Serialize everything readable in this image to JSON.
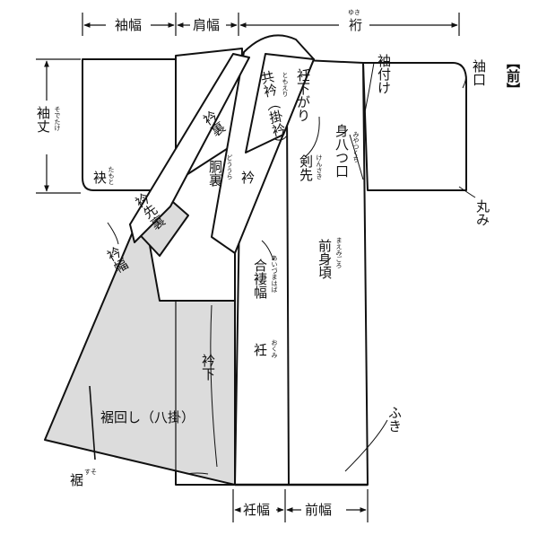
{
  "labels": {
    "sode_haba": "袖幅",
    "kata_haba": "肩幅",
    "yuki": "裄",
    "yuki_ruby": "ゆき",
    "mae": "【前】",
    "sode_take": "袖丈",
    "sode_take_ruby": "そでたけ",
    "sode_guchi": "袖口",
    "sode_tsuke": "袖付け",
    "tamoto": "袂",
    "tamoto_ruby": "たもと",
    "maru_mi": "丸み",
    "eri_ura": "衿裏",
    "do_ura": "胴裏",
    "do_ura_ruby": "どううら",
    "eri": "衿",
    "tomoeri": "共衿（掛衿）",
    "tomoeri_ruby": "ともえり",
    "okumi_sagari": "衽下がり",
    "mi_yatsu_kuchi": "身八つ口",
    "mi_yatsu_kuchi_ruby": "みやつくち",
    "ken_saki": "剣先",
    "ken_saki_ruby": "けんさき",
    "eri_saki_ura": "衿先裏",
    "eri_haba": "衿幅",
    "ai_zuma_haba": "合褄幅",
    "ai_zuma_haba_ruby": "あいづまはば",
    "mae_migoro": "前身頃",
    "mae_migoro_ruby": "まえみごろ",
    "eri_shita": "衿下",
    "okumi": "衽",
    "okumi_ruby": "おくみ",
    "susomawashi": "裾回し（八掛）",
    "fuki": "ふき",
    "suso": "裾",
    "suso_ruby": "すそ",
    "okumi_haba": "衽幅",
    "mae_haba": "前幅"
  }
}
